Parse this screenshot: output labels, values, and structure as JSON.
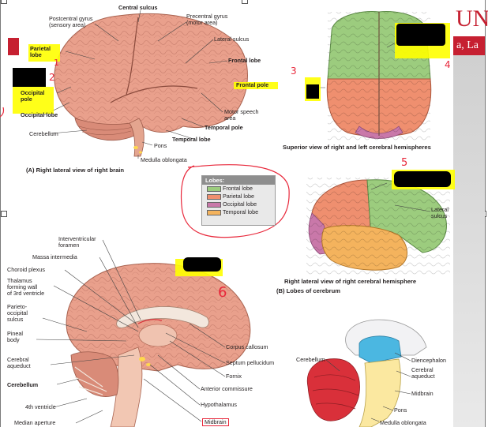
{
  "slide": {
    "partial_heading_top": "UN",
    "partial_heading_bottom": "a, La"
  },
  "colors": {
    "frontal": "#9ccc7e",
    "parietal": "#ef8f6f",
    "occipital": "#c978a9",
    "temporal": "#f4b35d",
    "brain_pink": "#e9a08c",
    "cerebellum_red": "#d9303a",
    "diencephalon_blue": "#4bb7e1",
    "brainstem_yellow": "#fbe8a0",
    "highlight_yellow": "#ffff00",
    "annotation_red": "#e8273a",
    "ppt_red": "#c62031"
  },
  "panel_a": {
    "labels": {
      "central_sulcus": "Central sulcus",
      "postcentral_gyrus": "Postcentral gyrus\n(sensory area)",
      "precentral_gyrus": "Precentral gyrus\n(motor area)",
      "lateral_sulcus": "Lateral sulcus",
      "parietal_lobe": "Parietal\nlobe",
      "frontal_lobe": "Frontal lobe",
      "frontal_pole": "Frontal pole",
      "occipital_pole": "Occipital\npole",
      "occipital_lobe": "Occipital lobe",
      "motor_speech_area": "Motor speech\narea",
      "cerebellum": "Cerebellum",
      "temporal_pole": "Temporal pole",
      "temporal_lobe": "Temporal lobe",
      "pons": "Pons",
      "medulla_oblongata": "Medulla oblongata"
    },
    "caption": "(A) Right lateral view of right brain"
  },
  "panel_superior": {
    "caption": "Superior view of right and left cerebral hemispheres"
  },
  "legend": {
    "title": "Lobes:",
    "items": [
      "Frontal lobe",
      "Parietal lobe",
      "Occipital lobe",
      "Temporal lobe"
    ]
  },
  "panel_b": {
    "labels": {
      "lateral_sulcus": "Lateral\nsulcus"
    },
    "caption": "Right lateral view of right cerebral hemisphere",
    "subcaption": "(B) Lobes of cerebrum"
  },
  "panel_c": {
    "labels": {
      "interventricular_foramen": "Interventricular\nforamen",
      "massa_intermedia": "Massa intermedia",
      "choroid_plexus": "Choroid plexus",
      "thalamus": "Thalamus\nforming wall\nof 3rd ventricle",
      "parieto_occipital_sulcus": "Parieto-\noccipital\nsulcus",
      "pineal_body": "Pineal\nbody",
      "cerebral_aqueduct": "Cerebral\naqueduct",
      "cerebellum": "Cerebellum",
      "fourth_ventricle": "4th ventricle",
      "median_aperture": "Median aperture",
      "corpus_callosum": "Corpus callosum",
      "septum_pellucidum": "Septum pellucidum",
      "fornix": "Fornix",
      "anterior_commissure": "Anterior commissure",
      "hypothalamus": "Hypothalamus",
      "midbrain": "Midbrain"
    }
  },
  "panel_d": {
    "labels": {
      "cerebellum": "Cerebellum",
      "diencephalon": "Diencephalon",
      "cerebral_aqueduct": "Cerebral\naqueduct",
      "midbrain": "Midbrain",
      "pons": "Pons",
      "medulla_oblongata": "Medulla oblongata"
    }
  },
  "annotations": {
    "one": "1",
    "two": "2",
    "three": "3",
    "four": "4",
    "five": "5",
    "six": "6"
  }
}
